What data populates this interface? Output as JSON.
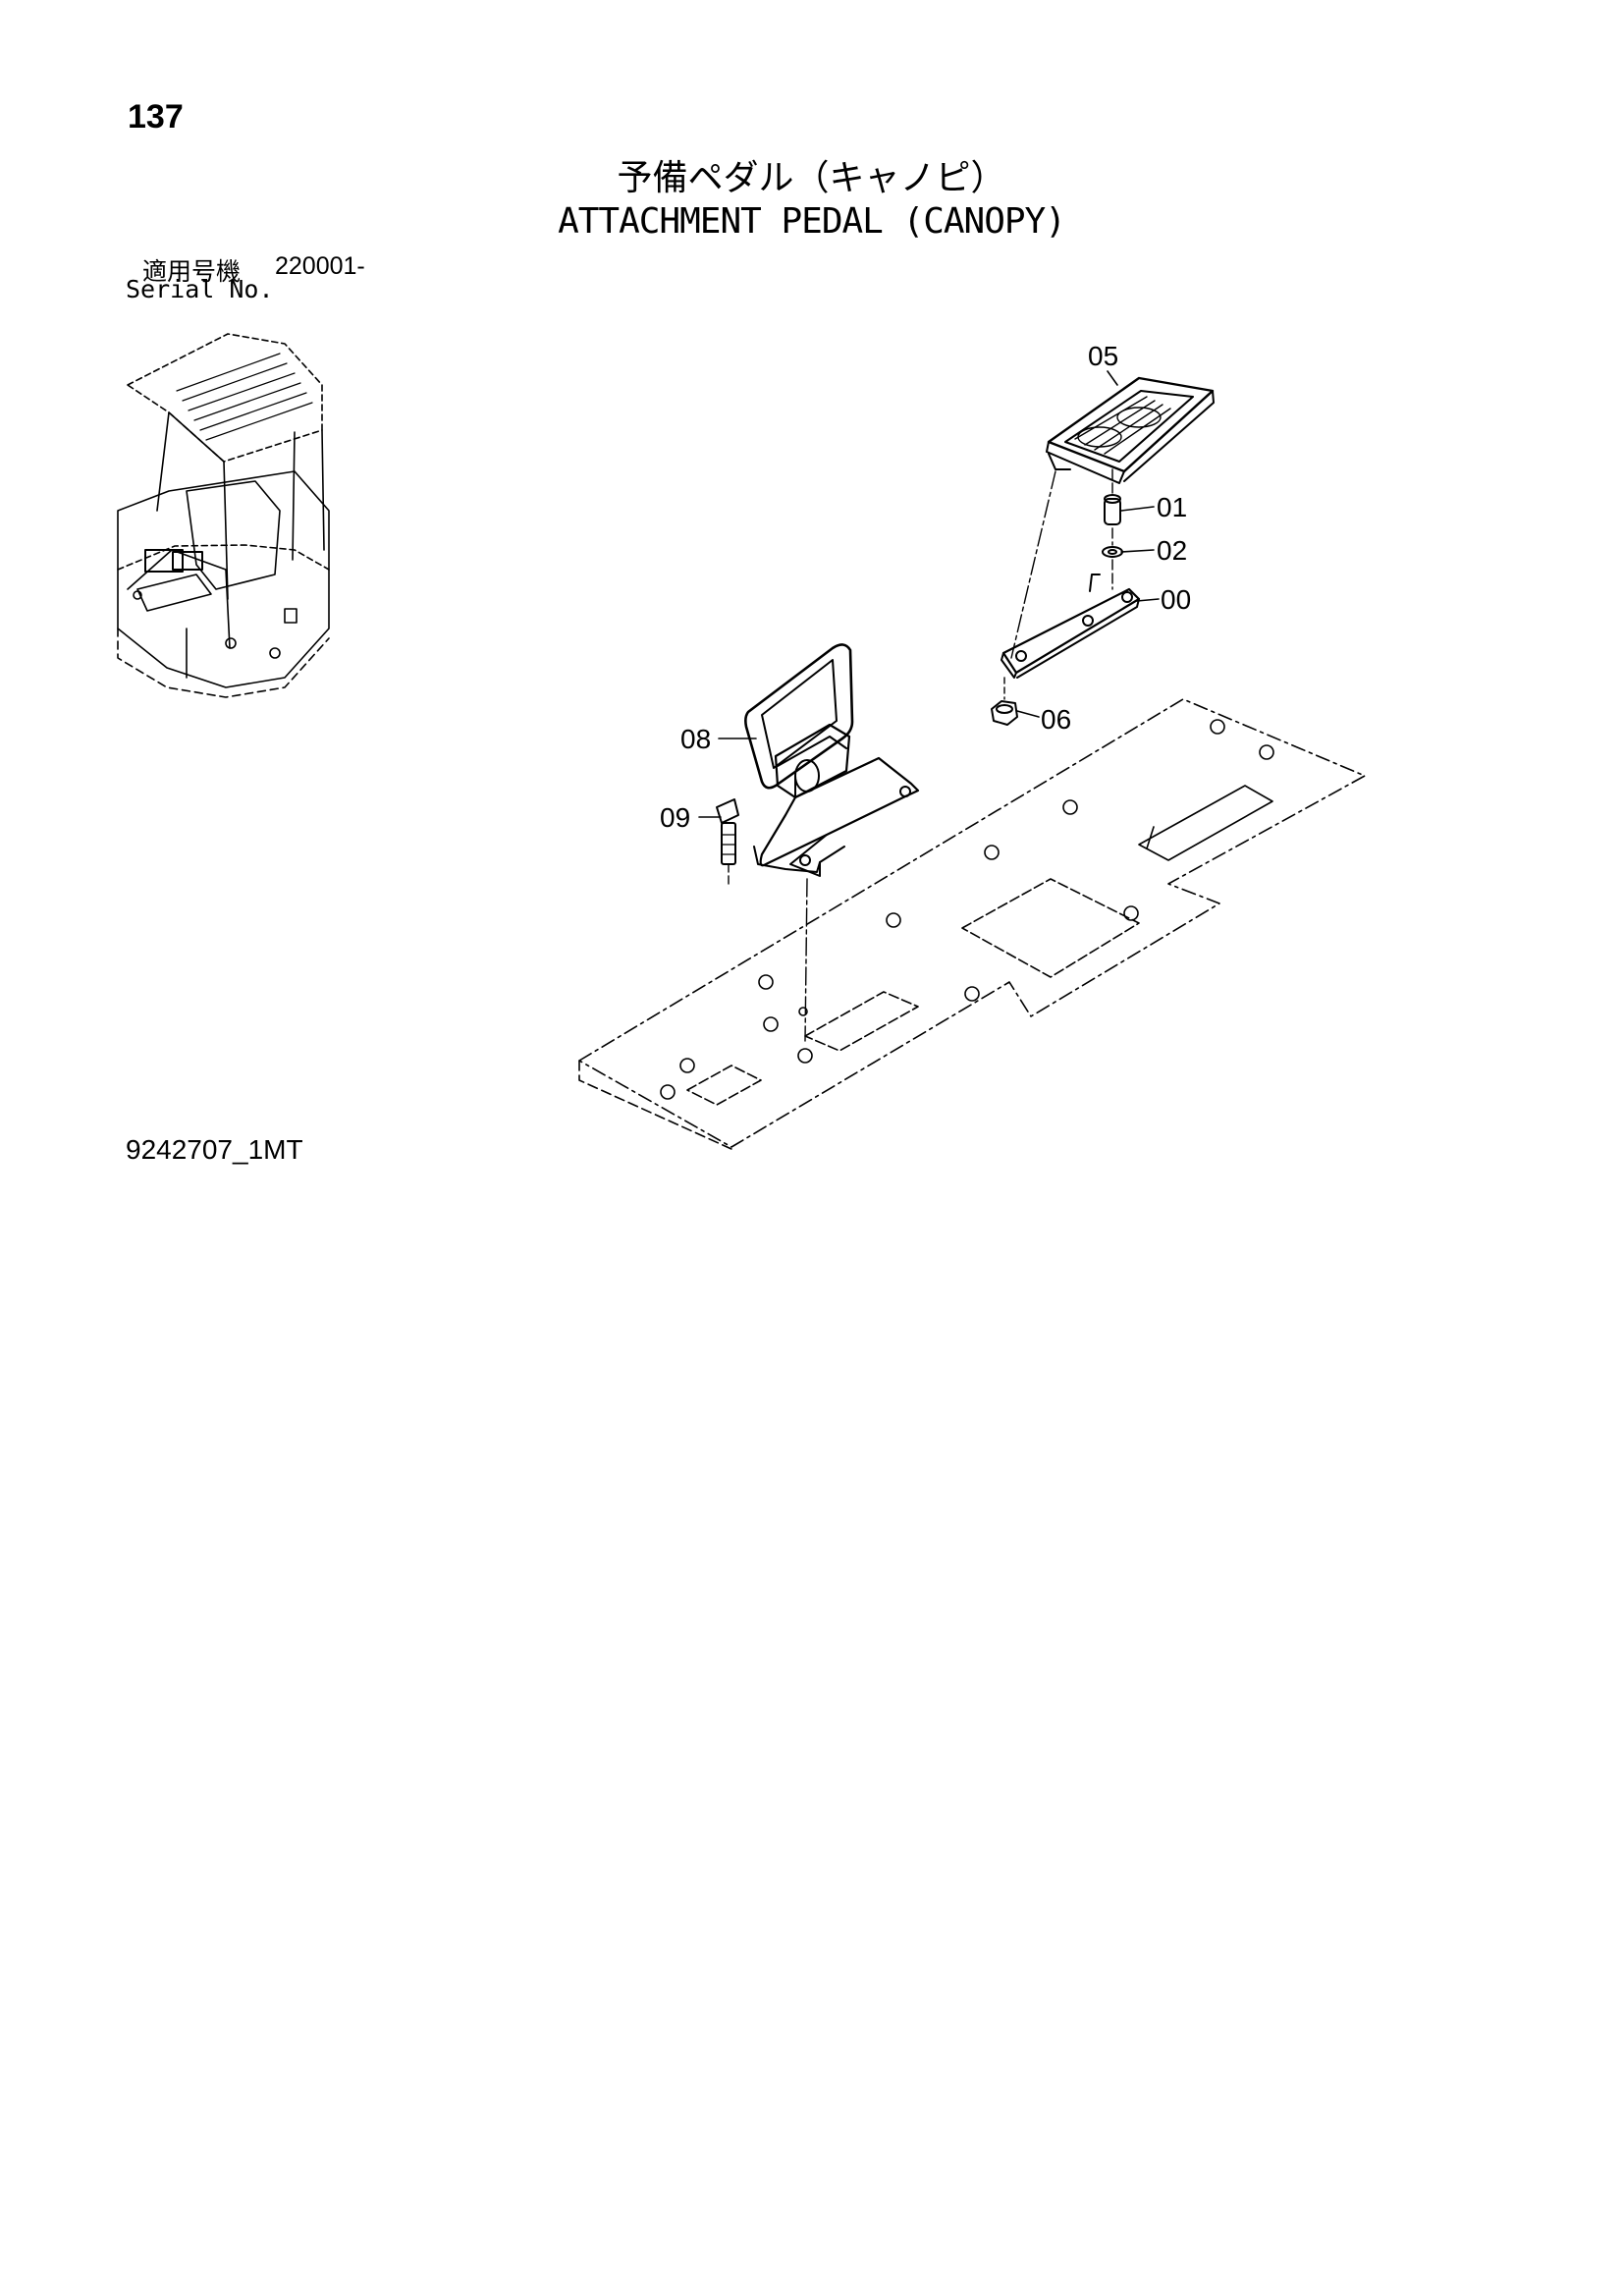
{
  "page_number": "137",
  "title_jp": "予備ペダル（キャノピ）",
  "title_en": "ATTACHMENT PEDAL (CANOPY)",
  "serial": {
    "label_jp": "適用号機",
    "value": "220001-",
    "label_en": "Serial No."
  },
  "drawing_number": "9242707_1MT",
  "callouts": {
    "p05": "05",
    "p01": "01",
    "p02": "02",
    "p00": "00",
    "p06": "06",
    "p08": "08",
    "p09": "09"
  }
}
